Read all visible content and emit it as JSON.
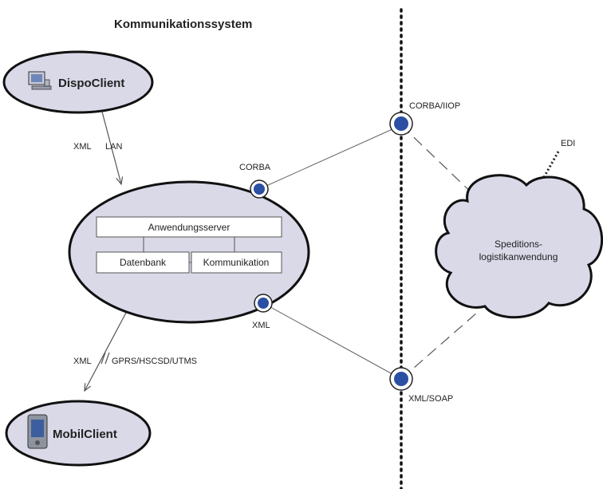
{
  "title": "Kommunikationssystem",
  "clients": {
    "dispo": {
      "label": "DispoClient",
      "icon": "computer-icon"
    },
    "mobil": {
      "label": "MobilClient",
      "icon": "pda-icon"
    }
  },
  "server": {
    "app_server": "Anwendungsserver",
    "database": "Datenbank",
    "communication": "Kommunikation"
  },
  "cloud": {
    "line1": "Speditions-",
    "line2": "logistikanwendung"
  },
  "ports": {
    "server_corba": "CORBA",
    "server_xml": "XML",
    "boundary_top": "CORBA/IIOP",
    "boundary_bottom": "XML/SOAP",
    "edi": "EDI"
  },
  "links": {
    "dispo_xml": "XML",
    "dispo_lan": "LAN",
    "mobil_xml": "XML",
    "mobil_net": "GPRS/HSCSD/UTMS"
  },
  "colors": {
    "shape_fill": "#d9d9e8",
    "port_fill": "#2b4fa3",
    "line": "#555555"
  }
}
